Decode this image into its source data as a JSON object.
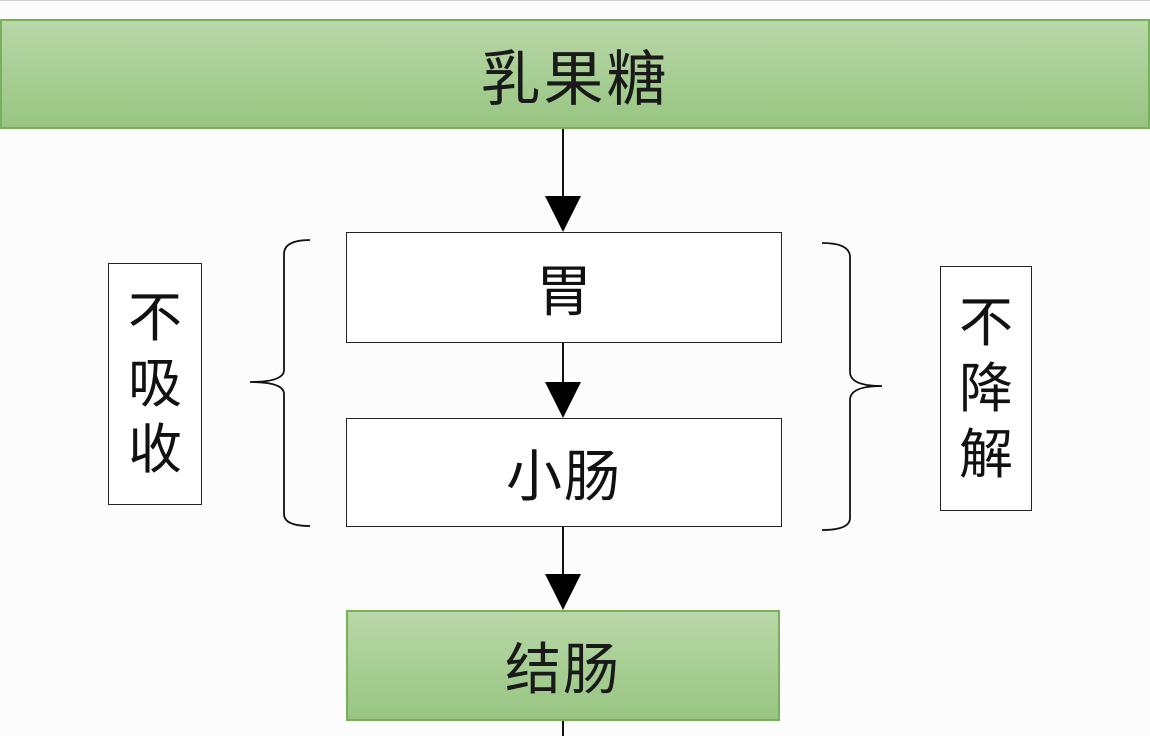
{
  "diagram": {
    "title": "乳果糖",
    "stages": [
      {
        "label": "胃"
      },
      {
        "label": "小肠"
      },
      {
        "label": "结肠"
      }
    ],
    "left_note": "不吸收",
    "right_note": "不降解"
  },
  "colors": {
    "green_fill": "#a6cd92",
    "green_border": "#78b15c",
    "line": "#111111"
  }
}
